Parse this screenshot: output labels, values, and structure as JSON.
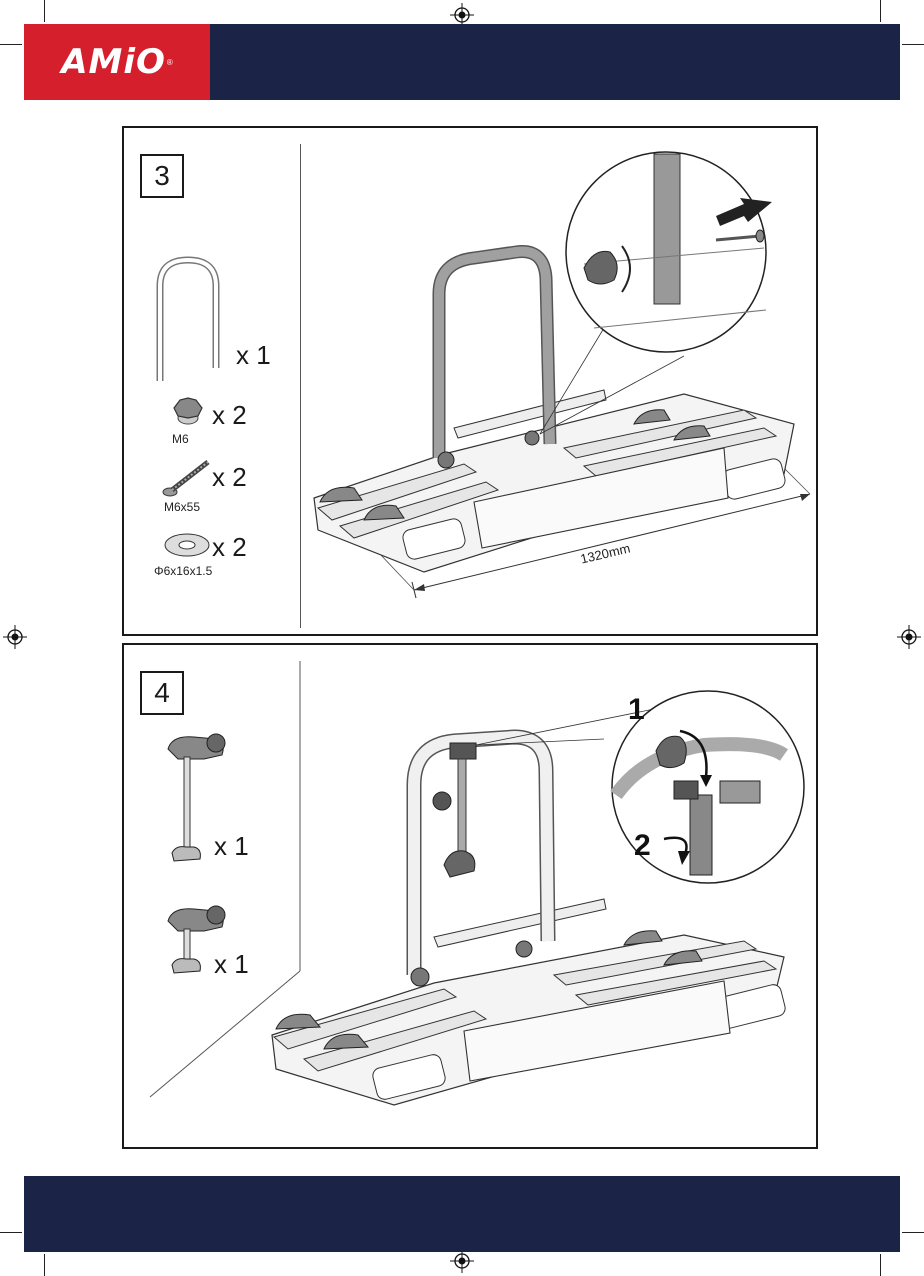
{
  "brand": {
    "logo_text": "AMiO",
    "registered_mark": "®",
    "brand_red": "#d51f2c",
    "navy": "#1b2346"
  },
  "step3": {
    "number": "3",
    "parts": [
      {
        "name": "frame",
        "label": "",
        "qty": "x 1"
      },
      {
        "name": "knob",
        "label": "M6",
        "qty": "x 2"
      },
      {
        "name": "bolt",
        "label": "M6x55",
        "qty": "x 2"
      },
      {
        "name": "washer",
        "label": "Φ6x16x1.5",
        "qty": "x 2"
      }
    ],
    "dimension": "1320mm"
  },
  "step4": {
    "number": "4",
    "parts": [
      {
        "name": "long-arm",
        "qty": "x 1"
      },
      {
        "name": "short-arm",
        "qty": "x 1"
      }
    ],
    "callouts": [
      "1",
      "2"
    ]
  }
}
